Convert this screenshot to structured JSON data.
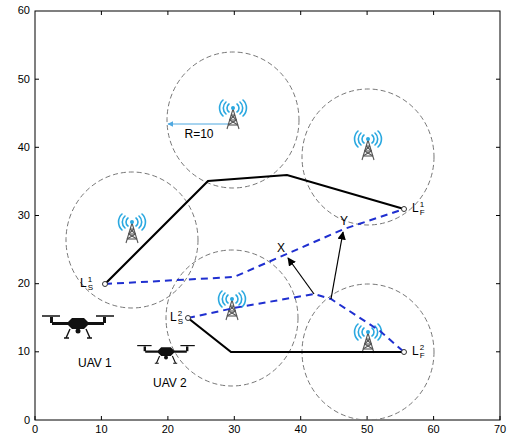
{
  "diagram": {
    "labels": [
      "R=10",
      "X",
      "Y",
      "LS1",
      "LF1",
      "LS2",
      "LF2",
      "UAV 1",
      "UAV 2",
      "0",
      "10",
      "20",
      "30",
      "40",
      "50",
      "60",
      "70",
      "0",
      "10",
      "20",
      "30",
      "40",
      "50",
      "60"
    ]
  }
}
